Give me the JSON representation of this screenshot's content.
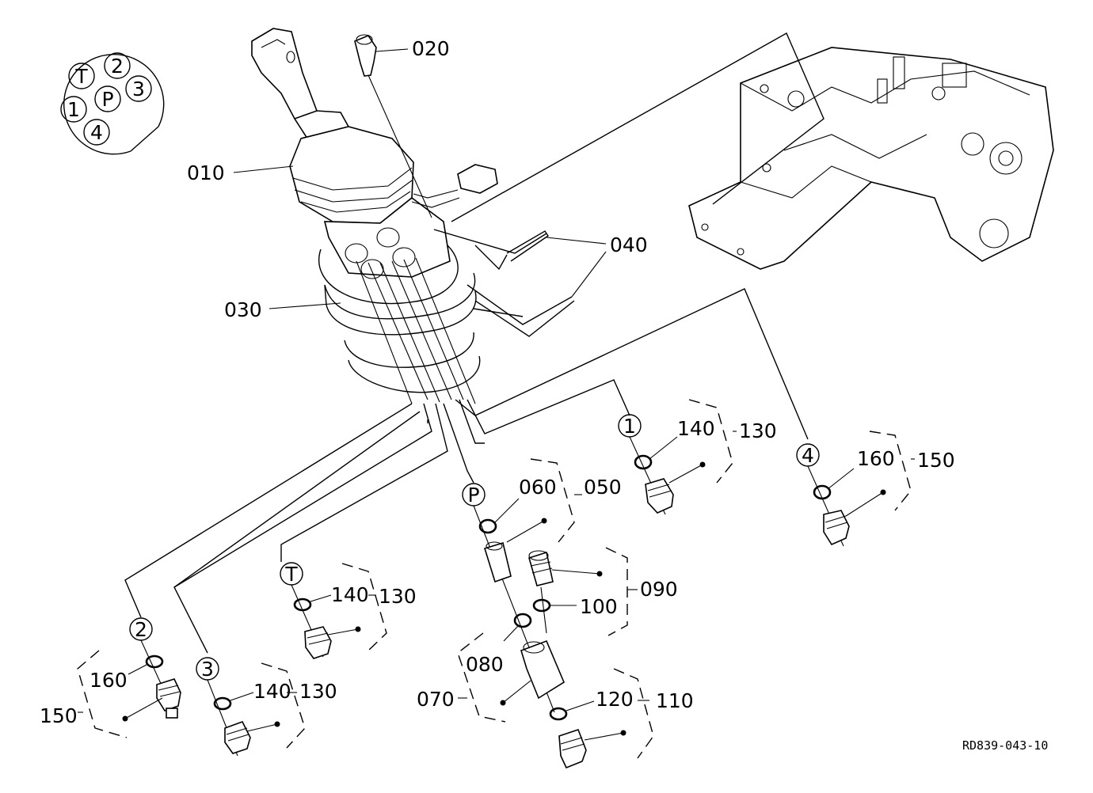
{
  "pinout": {
    "pins": [
      "T",
      "2",
      "3",
      "1",
      "P",
      "4"
    ]
  },
  "callouts": {
    "c010": "010",
    "c020": "020",
    "c030": "030",
    "c040": "040",
    "c050": "050",
    "c060": "060",
    "c070": "070",
    "c080": "080",
    "c090": "090",
    "c100": "100",
    "c110": "110",
    "c120": "120",
    "c130_a": "130",
    "c130_b": "130",
    "c130_c": "130",
    "c140_a": "140",
    "c140_b": "140",
    "c140_c": "140",
    "c150_a": "150",
    "c150_b": "150",
    "c160_a": "160",
    "c160_b": "160"
  },
  "port_markers": {
    "port1": "1",
    "port2": "2",
    "port3": "3",
    "port4": "4",
    "portP": "P",
    "portT": "T"
  },
  "drawing_code": "RD839-043-10"
}
